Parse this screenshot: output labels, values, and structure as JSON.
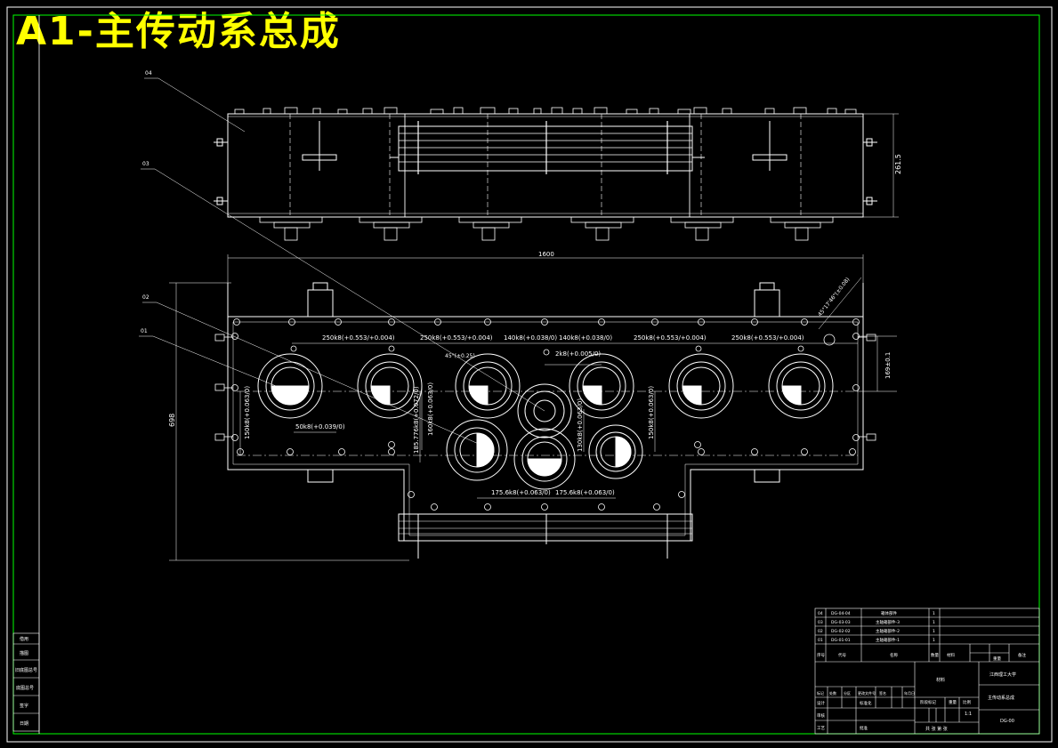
{
  "title": "A1-主传动系总成",
  "leaders": {
    "top_view_label": "04",
    "front_label_03": "03",
    "front_label_02": "02",
    "front_label_01": "01"
  },
  "dimensions": {
    "top_height": "261.5",
    "overall_width": "1600",
    "overall_height": "698",
    "angle_note": "45°17'46\"(±0.08)",
    "right_vertical": "169±0.1",
    "dim_250_a": "250k8(+0.553/+0.004)",
    "dim_250_b": "250k8(+0.553/+0.004)",
    "dim_140_a": "140k8(+0.038/0)",
    "dim_140_b": "140k8(+0.038/0)",
    "dim_250_c": "250k8(+0.553/+0.004)",
    "dim_250_d": "250k8(+0.553/+0.004)",
    "dim_2k8": "2k8(+0.005/0)",
    "dim_angle_small": "45°(±0.25)",
    "dim_150": "150k8(+0.063/0)",
    "dim_50": "50k8(+0.039/0)",
    "dim_160": "160k8(+0.063/0)",
    "dim_185": "185.776k8(+0.072/0)",
    "dim_130": "130k8(+0.063/0)",
    "dim_150_b": "150k8(+0.063/0)",
    "dim_175_a": "175.6k8(+0.063/0)",
    "dim_175_b": "175.6k8(+0.063/0)"
  },
  "title_block": {
    "parts_rows": [
      {
        "no": "04",
        "code": "DG-04-04",
        "name": "箱体部件",
        "qty": "1"
      },
      {
        "no": "03",
        "code": "DG-03-03",
        "name": "主轴箱部件-3",
        "qty": "1"
      },
      {
        "no": "02",
        "code": "DG-02-02",
        "name": "主轴箱部件-2",
        "qty": "1"
      },
      {
        "no": "01",
        "code": "DG-01-01",
        "name": "主轴箱部件-1",
        "qty": "1"
      }
    ],
    "header_no": "序号",
    "header_code": "代号",
    "header_name": "名称",
    "header_qty": "数量",
    "material_label": "材料",
    "weight_label": "重量",
    "note_label": "备注",
    "school": "江西理工大学",
    "assembly_name": "主传动系总成",
    "drawing_no": "DG-00",
    "scale": "1:1",
    "sheet_info": "共 张 第 张",
    "stage_label": "阶段标记",
    "weight2_label": "重量",
    "scale_label": "比例",
    "designer_label": "设计",
    "standard_label": "标准化",
    "checker_label": "审核",
    "process_label": "工艺",
    "approve_label": "批准",
    "mark_row": [
      "标记",
      "处数",
      "分区",
      "更改文件号",
      "签名",
      "年月日"
    ]
  },
  "side_strip": {
    "items": [
      "借用",
      "描图",
      "旧底图总号",
      "底图总号",
      "签字",
      "日期"
    ]
  }
}
